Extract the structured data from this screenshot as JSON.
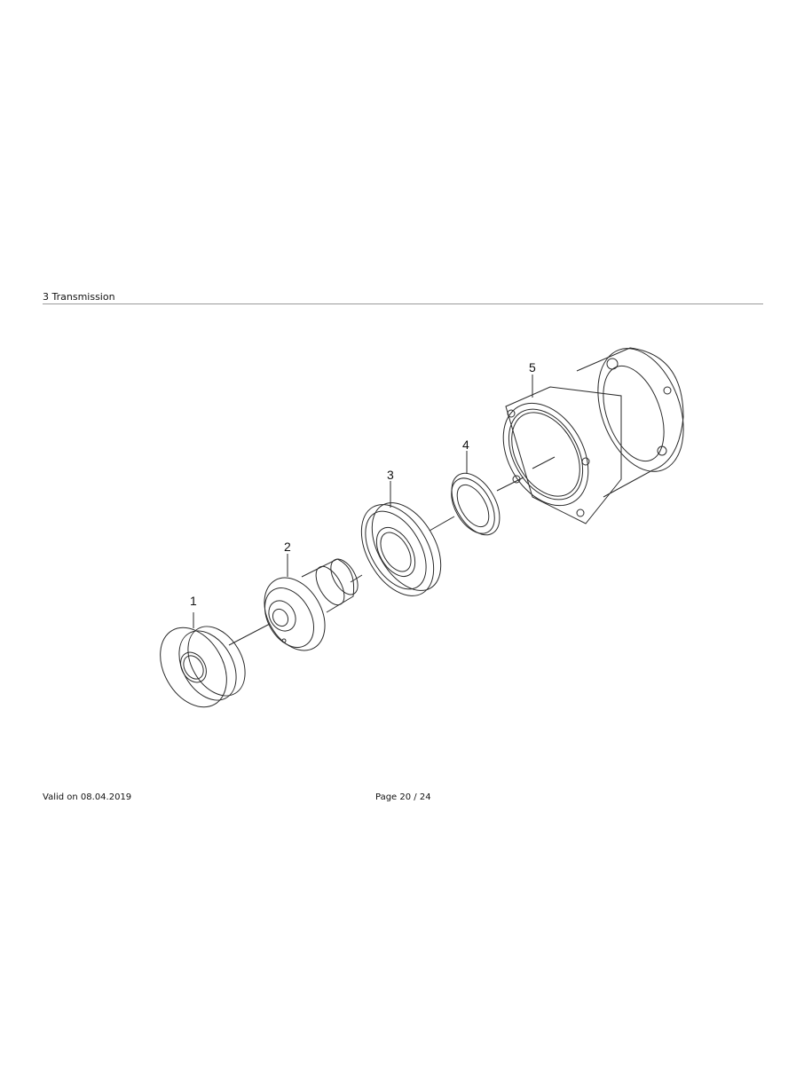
{
  "header": {
    "section_title": "3 Transmission"
  },
  "diagram": {
    "parts": [
      {
        "id": "1",
        "label": "1"
      },
      {
        "id": "2",
        "label": "2"
      },
      {
        "id": "3",
        "label": "3"
      },
      {
        "id": "4",
        "label": "4"
      },
      {
        "id": "5",
        "label": "5"
      }
    ]
  },
  "footer": {
    "valid_on": "Valid on 08.04.2019",
    "page": "Page 20 / 24"
  }
}
